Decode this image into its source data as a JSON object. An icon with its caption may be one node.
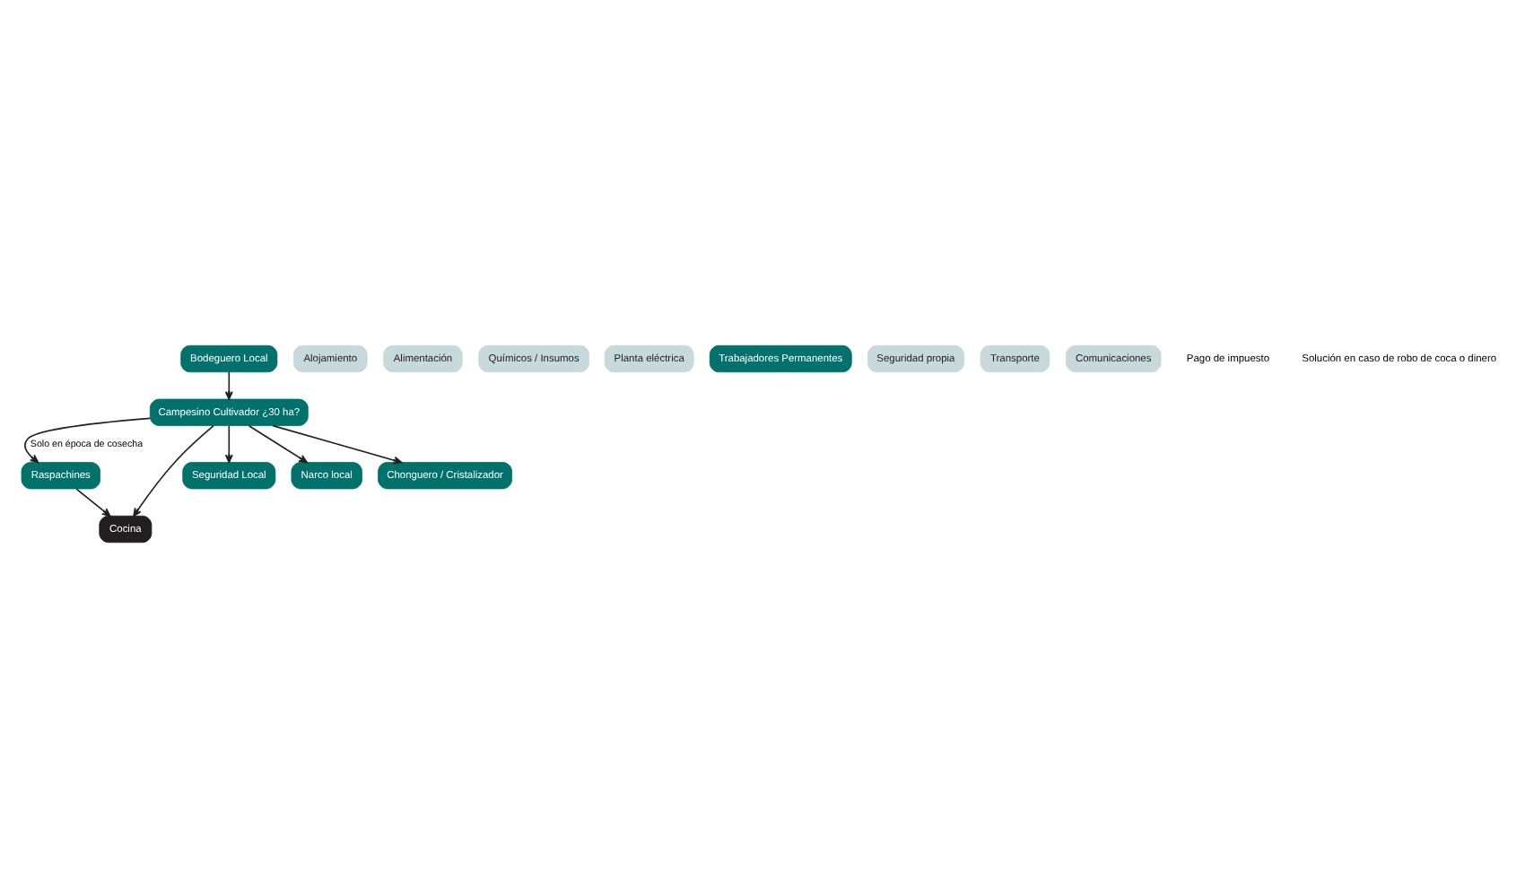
{
  "diagram": {
    "nodes": [
      {
        "text": [
          "Raspachines"
        ]
      },
      {
        "text": [
          "Alojamiento"
        ]
      },
      {
        "text": [
          "Cocina"
        ]
      },
      {
        "text": [
          "Alimentación"
        ]
      },
      {
        "text": [
          "Químicos / Insumos"
        ]
      },
      {
        "text": [
          "Planta eléctrica"
        ]
      },
      {
        "text": [
          "Trabajadores Permanentes"
        ]
      },
      {
        "text": [
          "Seguridad propia"
        ]
      },
      {
        "text": [
          "Transporte"
        ]
      },
      {
        "text": [
          "Comunicaciones"
        ]
      },
      {
        "text": [
          "Campesino Cultivador ¿30 ha?"
        ]
      },
      {
        "text": [
          "Seguridad Local"
        ]
      },
      {
        "text": [
          "Narco local"
        ]
      },
      {
        "text": [
          "Chonguero / Cristalizador"
        ]
      },
      {
        "text": [
          "Bodeguero Local"
        ]
      }
    ],
    "edges": [
      {
        "from": 10,
        "to": 0,
        "arrow": "to",
        "label": "Solo en época de cosecha"
      },
      {
        "from": 0,
        "to": 2,
        "arrow": "to"
      },
      {
        "from": 10,
        "to": 2,
        "arrow": "to"
      },
      {
        "from": 10,
        "to": 11,
        "arrow": "to"
      },
      {
        "from": 10,
        "to": 12,
        "arrow": "to"
      },
      {
        "from": 10,
        "to": 13,
        "arrow": "to"
      },
      {
        "from": 14,
        "to": 10,
        "arrow": "to"
      }
    ],
    "labels": [
      "Pago de impuesto",
      "Solución en caso de robo de coca o dinero"
    ]
  }
}
